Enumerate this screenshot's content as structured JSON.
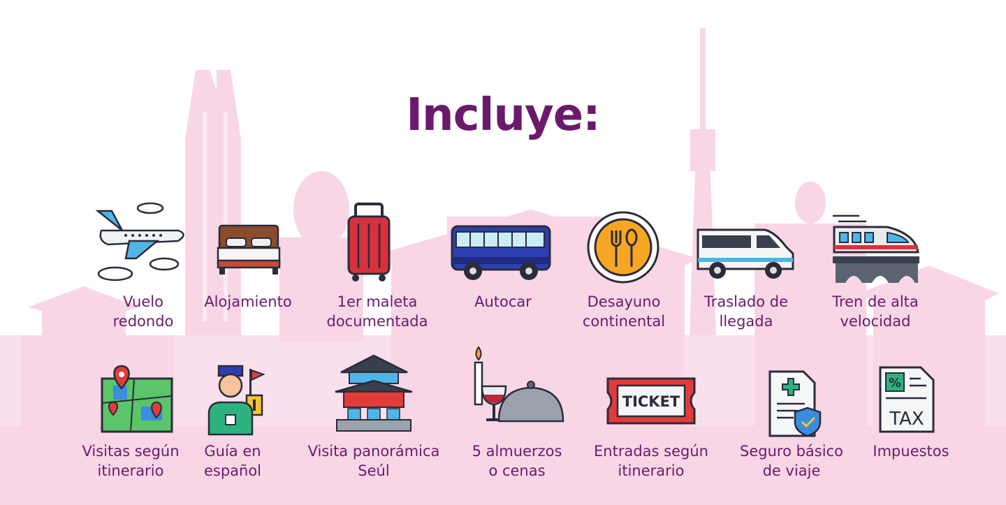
{
  "title": "Incluye:",
  "row1": [
    {
      "line1": "Vuelo",
      "line2": "redondo",
      "icon": "airplane-icon"
    },
    {
      "line1": "Alojamiento",
      "line2": "",
      "icon": "bed-icon"
    },
    {
      "line1": "1er maleta",
      "line2": "documentada",
      "icon": "suitcase-icon"
    },
    {
      "line1": "Autocar",
      "line2": "",
      "icon": "bus-icon"
    },
    {
      "line1": "Desayuno",
      "line2": "continental",
      "icon": "plate-cutlery-icon"
    },
    {
      "line1": "Traslado de",
      "line2": "llegada",
      "icon": "van-icon"
    },
    {
      "line1": "Tren de alta",
      "line2": "velocidad",
      "icon": "bullet-train-icon"
    }
  ],
  "row2": [
    {
      "line1": "Visitas según",
      "line2": "itinerario",
      "icon": "map-pins-icon"
    },
    {
      "line1": "Guía en",
      "line2": "español",
      "icon": "tour-guide-icon"
    },
    {
      "line1": "Visita panorámica",
      "line2": "Seúl",
      "icon": "korean-palace-icon"
    },
    {
      "line1": "5 almuerzos",
      "line2": "o cenas",
      "icon": "dinner-icon"
    },
    {
      "line1": "Entradas según",
      "line2": "itinerario",
      "icon": "ticket-icon"
    },
    {
      "line1": "Seguro básico",
      "line2": "de viaje",
      "icon": "insurance-document-icon"
    },
    {
      "line1": "Impuestos",
      "line2": "",
      "icon": "tax-document-icon"
    }
  ],
  "ticket_text": "TICKET",
  "tax_text": "TAX",
  "colors": {
    "title": "#6b1a6b",
    "skyline": "#f7d4e4",
    "skyline_dark": "#f2c2d8"
  }
}
